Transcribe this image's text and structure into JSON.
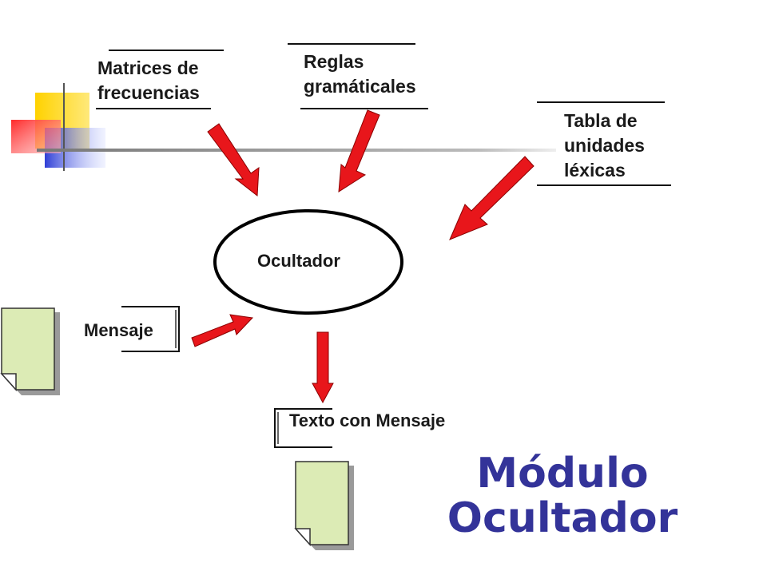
{
  "diagram": {
    "inputs": {
      "matrices_line1": "Matrices de",
      "matrices_line2": "frecuencias",
      "reglas_line1": "Reglas",
      "reglas_line2": "gramáticales",
      "tabla_line1": "Tabla de",
      "tabla_line2": "unidades",
      "tabla_line3": "léxicas"
    },
    "process": "Ocultador",
    "message": "Mensaje",
    "output": "Texto con Mensaje"
  },
  "slide_title": {
    "line1": "Módulo",
    "line2": "Ocultador"
  },
  "colors": {
    "arrow": "#e8161b",
    "title": "#333399",
    "document": "#dcebb5",
    "deco_yellow": "#ffd200",
    "deco_red": "#ff3b3b",
    "deco_blue": "#3333cc"
  }
}
